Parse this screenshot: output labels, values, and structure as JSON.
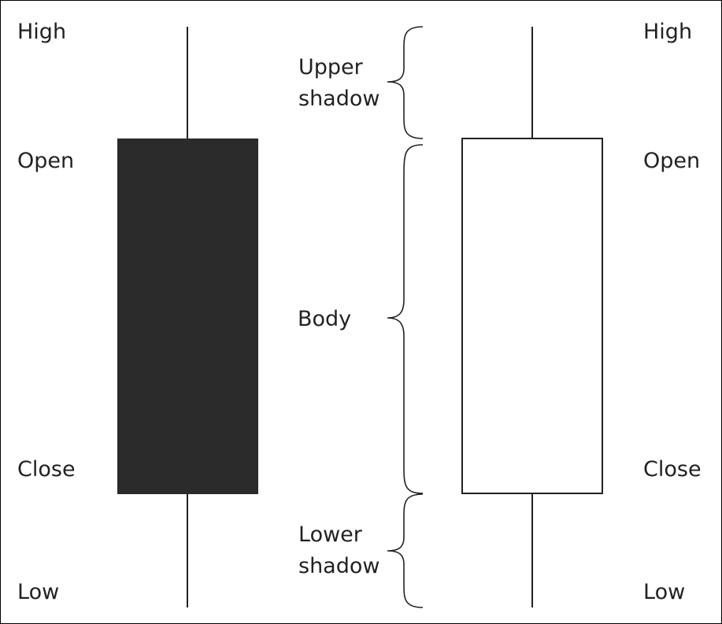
{
  "left_candle": {
    "labels": {
      "high": "High",
      "open": "Open",
      "close": "Close",
      "low": "Low"
    },
    "body_fill": "#2b2b2b"
  },
  "right_candle": {
    "labels": {
      "high": "High",
      "open": "Open",
      "close": "Close",
      "low": "Low"
    },
    "body_fill": "#ffffff"
  },
  "parts": {
    "upper_shadow": {
      "line1": "Upper",
      "line2": "shadow"
    },
    "body": "Body",
    "lower_shadow": {
      "line1": "Lower",
      "line2": "shadow"
    }
  },
  "colors": {
    "line": "#222222",
    "text": "#222222",
    "border": "#000000"
  }
}
